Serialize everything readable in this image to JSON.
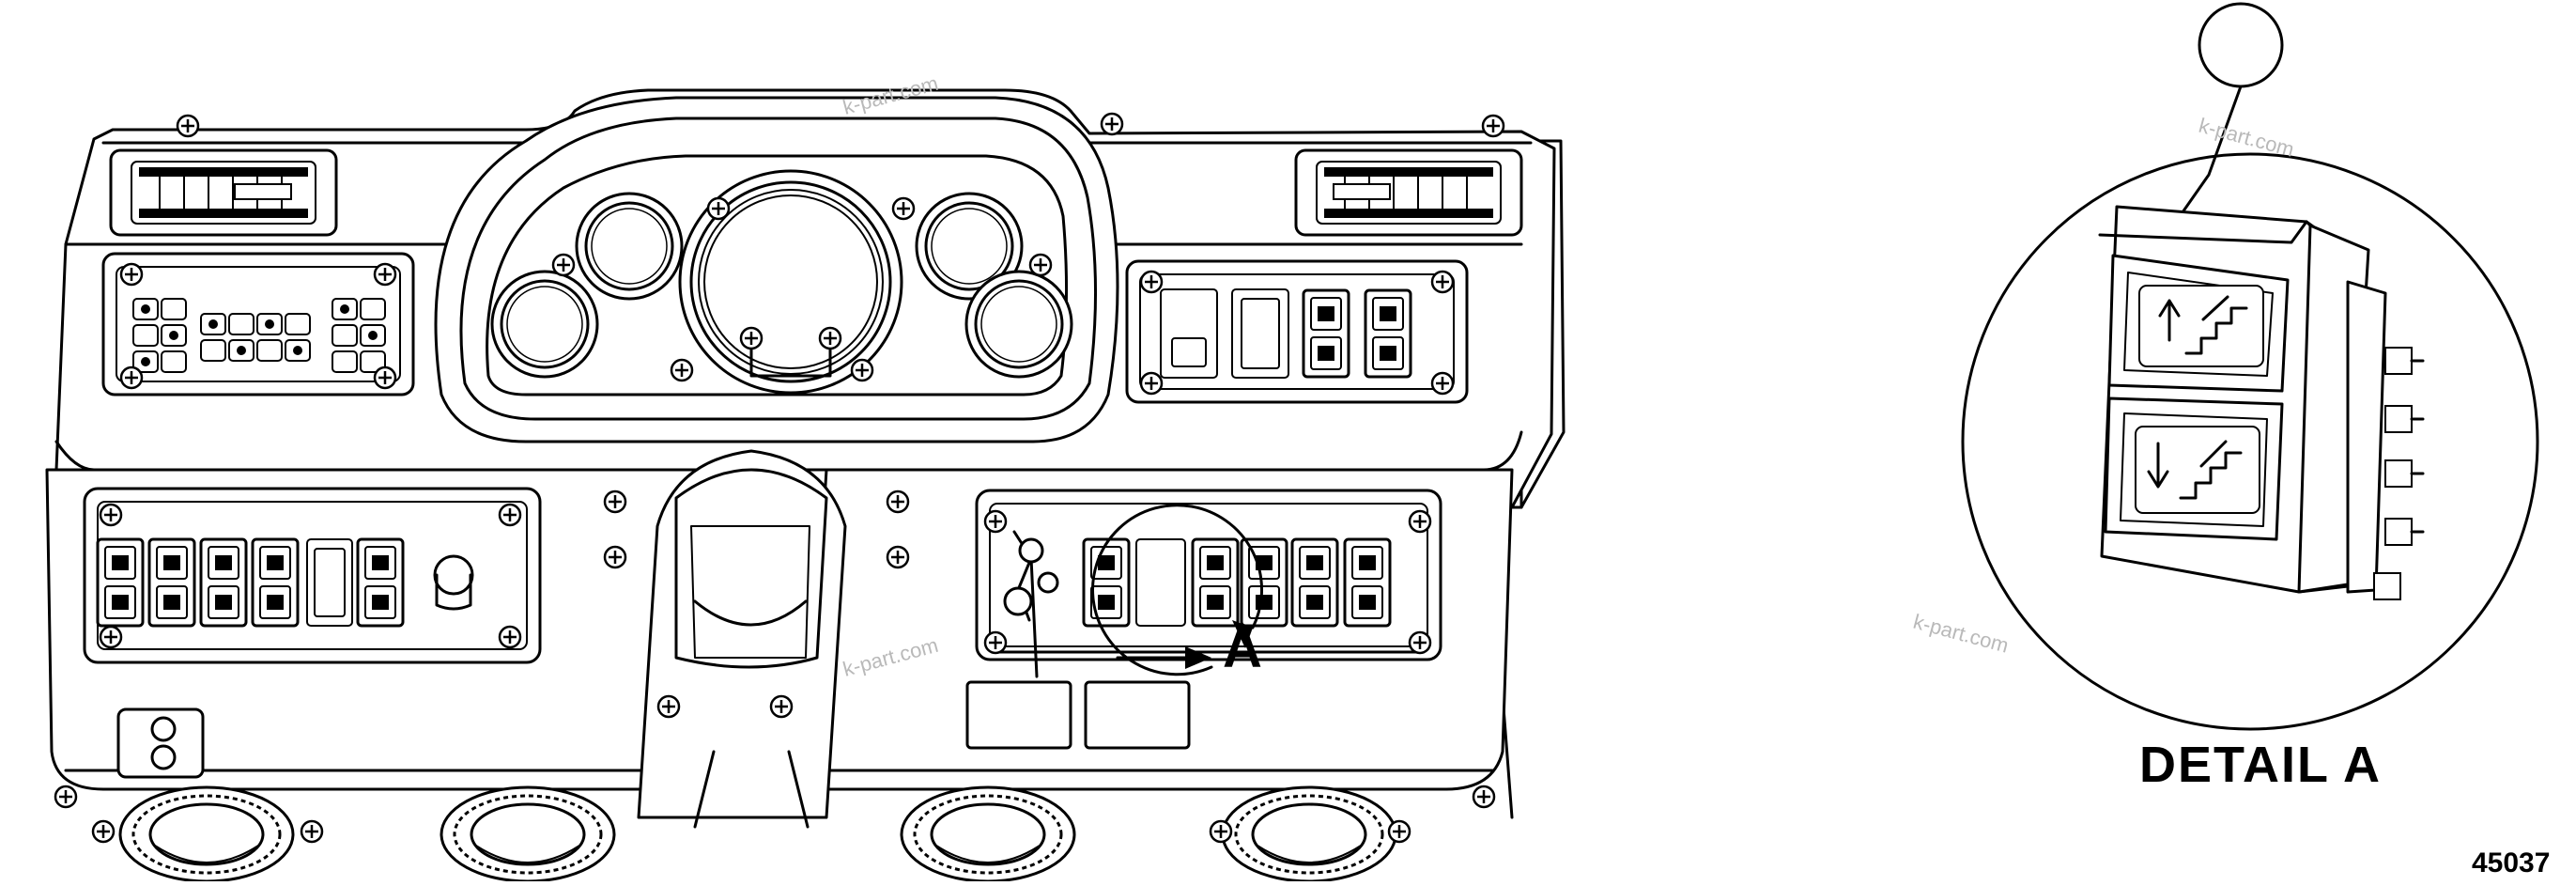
{
  "callout": {
    "label": "A"
  },
  "detail": {
    "title": "DETAIL A"
  },
  "figure": {
    "number": "45037"
  },
  "watermark": {
    "text": "k-part.com"
  }
}
